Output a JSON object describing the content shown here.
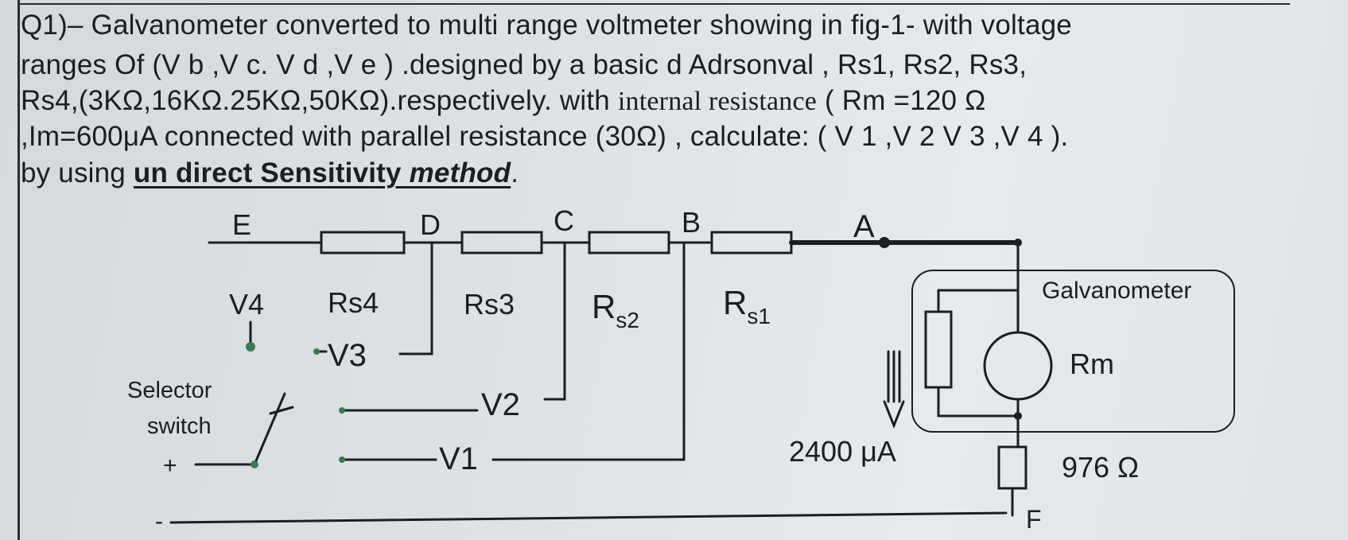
{
  "question": {
    "line1": "Q1)– Galvanometer converted to multi range voltmeter showing in fig-1- with voltage",
    "line2": "ranges   Of  (V b ,V c.  V d ,V e  ) .designed by  a basic d Adrsonval  , Rs1, Rs2, Rs3,",
    "line3_a": "Rs4,(3KΩ,16KΩ.25KΩ,50KΩ).respectively. with ",
    "line3_b": "internal resistance",
    "line3_c": " ( Rm =120 Ω",
    "line4": ",Im=600μA  connected with parallel resistance (30Ω)  , calculate: ( V 1 ,V 2  V 3 ,V 4  ).",
    "line5_a": "by using ",
    "line5_b": "un direct Sensitivity ",
    "line5_c": "method",
    "line5_d": "."
  },
  "figure": {
    "nodes": {
      "E": "E",
      "D": "D",
      "C": "C",
      "B": "B",
      "A": "A",
      "F": "F"
    },
    "resistors": {
      "rs4": "Rs4",
      "rs3": "Rs3",
      "rs2_main": "R",
      "rs2_sub": "s2",
      "rs1_main": "R",
      "rs1_sub": "s1"
    },
    "taps": {
      "v4": "V4",
      "v3": "V3",
      "v2": "V2",
      "v1": "V1"
    },
    "selector": {
      "line1": "Selector",
      "line2": "switch"
    },
    "plus": "+",
    "minus": "-",
    "galvanometer_label": "Galvanometer",
    "rm_label": "Rm",
    "current_label": "2400 μA",
    "resistance_label": "976 Ω"
  },
  "colors": {
    "ink": "#1b1e22",
    "paper": "#dde2e5"
  }
}
